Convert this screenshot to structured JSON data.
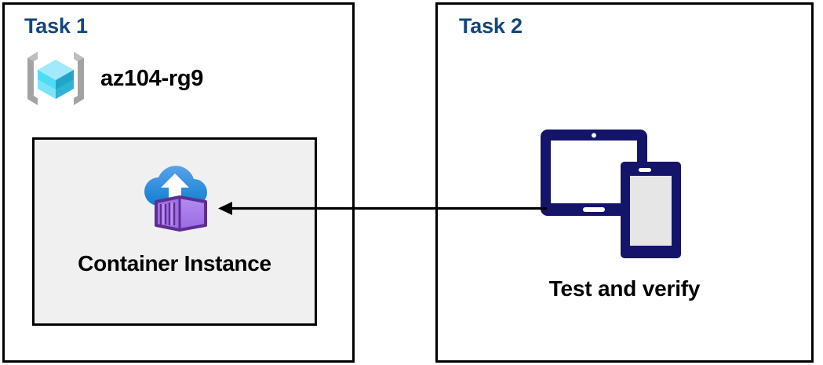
{
  "diagram": {
    "title": "Azure Container Instance task diagram",
    "colors": {
      "task_title": "#13477a",
      "box_border": "#000000",
      "card_fill": "#f0f0f0",
      "arrow": "#000000",
      "resource_group_cube_top": "#9fe9fb",
      "resource_group_cube_left": "#50dcf8",
      "resource_group_cube_right": "#22a5c6",
      "resource_group_bracket": "#a3a3a3",
      "cloud_top": "#4f9ae8",
      "cloud_bottom": "#0f7ed1",
      "container_fill": "#a77bec",
      "container_outline": "#5c2e91",
      "device_navy": "#15146b",
      "device_screen": "#e6e6e6"
    }
  },
  "task1": {
    "title": "Task 1",
    "resource_group": {
      "icon": "resource-group-icon",
      "label": "az104-rg9"
    },
    "container_instance": {
      "icon": "container-instance-icon",
      "label": "Container Instance"
    }
  },
  "task2": {
    "title": "Task 2",
    "devices": {
      "icon": "devices-tablet-phone-icon",
      "label": "Test and verify"
    }
  },
  "connector": {
    "name": "arrow-task2-to-container-instance",
    "direction": "right-to-left",
    "from": "Test and verify",
    "to": "Container Instance"
  }
}
